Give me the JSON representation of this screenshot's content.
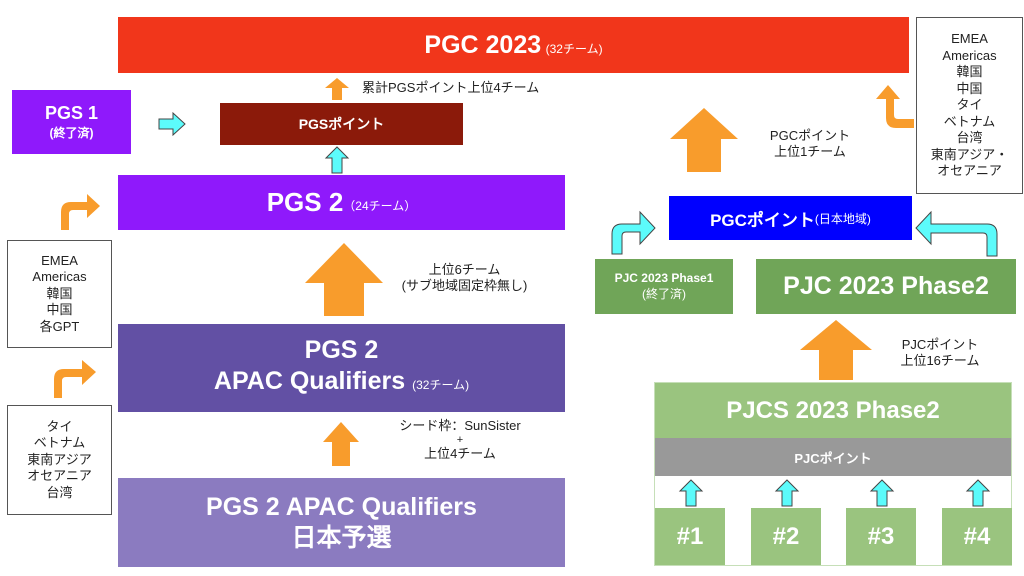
{
  "colors": {
    "pgc": "#f1361b",
    "pgs": "#8f19fb",
    "pgs_point": "#8b1a0a",
    "apac": "#6250a4",
    "japan": "#8b7bc0",
    "pgc_point": "#0000ff",
    "pjc": "#70a558",
    "pjcs": "#9ac47f",
    "gray": "#999999",
    "orange": "#f89c2c",
    "cyan": "#5cfbfb"
  },
  "pgc": {
    "title": "PGC 2023",
    "sub": "(32チーム)"
  },
  "pgs1": {
    "title": "PGS 1",
    "sub": "(終了済)"
  },
  "pgs_point": {
    "label": "PGSポイント"
  },
  "pgs_point_note": "累計PGSポイント上位4チーム",
  "pgs2": {
    "title": "PGS 2",
    "sub": "（24チーム）"
  },
  "pgs2_note": [
    "上位6チーム",
    "(サブ地域固定枠無し)"
  ],
  "apac": {
    "line1": "PGS 2",
    "line2": "APAC Qualifiers",
    "sub": "(32チーム)"
  },
  "apac_note": [
    "シード枠：SunSister",
    "+",
    "上位4チーム"
  ],
  "japan": {
    "line1": "PGS 2 APAC Qualifiers",
    "line2": "日本予選"
  },
  "left_regions_1": [
    "EMEA",
    "Americas",
    "韓国",
    "中国",
    "各GPT"
  ],
  "left_regions_2": [
    "タイ",
    "ベトナム",
    "東南アジア",
    "オセアニア",
    "台湾"
  ],
  "right_regions": [
    "EMEA",
    "Americas",
    "韓国",
    "中国",
    "タイ",
    "ベトナム",
    "台湾",
    "東南アジア・",
    "オセアニア"
  ],
  "pgc_point_note": [
    "PGCポイント",
    "上位1チーム"
  ],
  "pgc_point": {
    "label": "PGCポイント",
    "sub": "(日本地域)"
  },
  "pjc1": {
    "title": "PJC 2023 Phase1",
    "sub": "(終了済)"
  },
  "pjc2": {
    "title": "PJC 2023 Phase2"
  },
  "pjc_note": [
    "PJCポイント",
    "上位16チーム"
  ],
  "pjcs": {
    "title": "PJCS 2023 Phase2",
    "points": "PJCポイント",
    "weeks": [
      "#1",
      "#2",
      "#3",
      "#4"
    ]
  }
}
